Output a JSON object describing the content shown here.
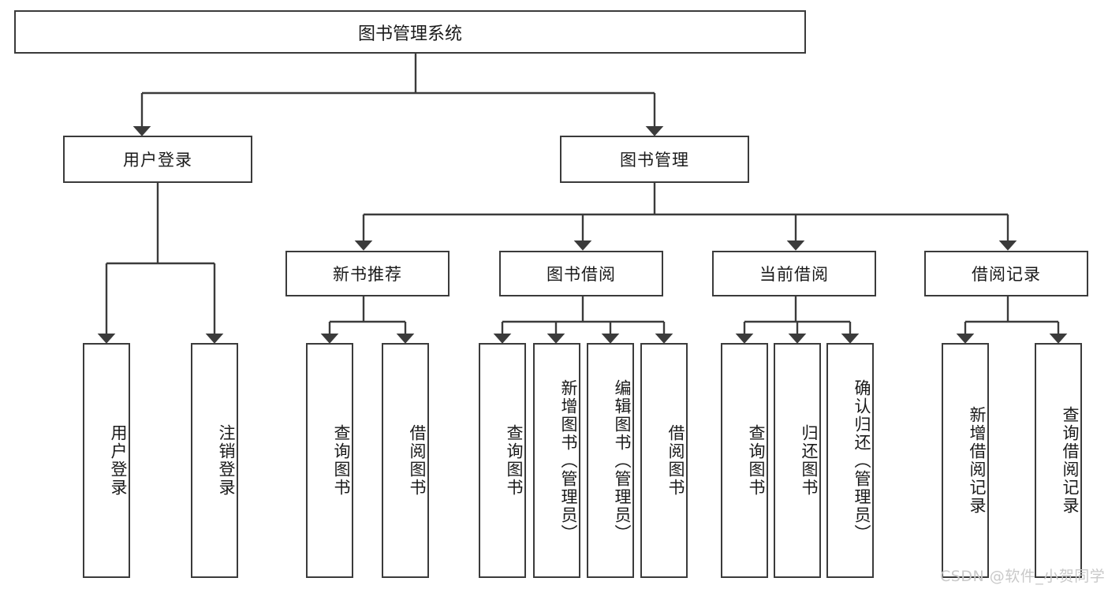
{
  "diagram": {
    "title": "图书管理系统",
    "type": "hierarchy-tree",
    "root": {
      "label": "图书管理系统"
    },
    "level2": [
      {
        "label": "用户登录"
      },
      {
        "label": "图书管理"
      }
    ],
    "level3": [
      {
        "label": "新书推荐"
      },
      {
        "label": "图书借阅"
      },
      {
        "label": "当前借阅"
      },
      {
        "label": "借阅记录"
      }
    ],
    "leaves": {
      "user_login": [
        {
          "label": "用户登录"
        },
        {
          "label": "注销登录"
        }
      ],
      "new_book_recommend": [
        {
          "label": "查询图书"
        },
        {
          "label": "借阅图书"
        }
      ],
      "book_borrow": [
        {
          "label": "查询图书"
        },
        {
          "label": "新增图书（管理员）"
        },
        {
          "label": "编辑图书（管理员）"
        },
        {
          "label": "借阅图书"
        }
      ],
      "current_borrow": [
        {
          "label": "查询图书"
        },
        {
          "label": "归还图书"
        },
        {
          "label": "确认归还（管理员）"
        }
      ],
      "borrow_record": [
        {
          "label": "新增借阅记录"
        },
        {
          "label": "查询借阅记录"
        }
      ]
    }
  },
  "watermark": {
    "text": "CSDN @软件_小贺同学"
  },
  "colors": {
    "stroke": "#3b3b3b",
    "background": "#ffffff",
    "text": "#1a1a1a",
    "watermark": "#c9c9c9"
  }
}
